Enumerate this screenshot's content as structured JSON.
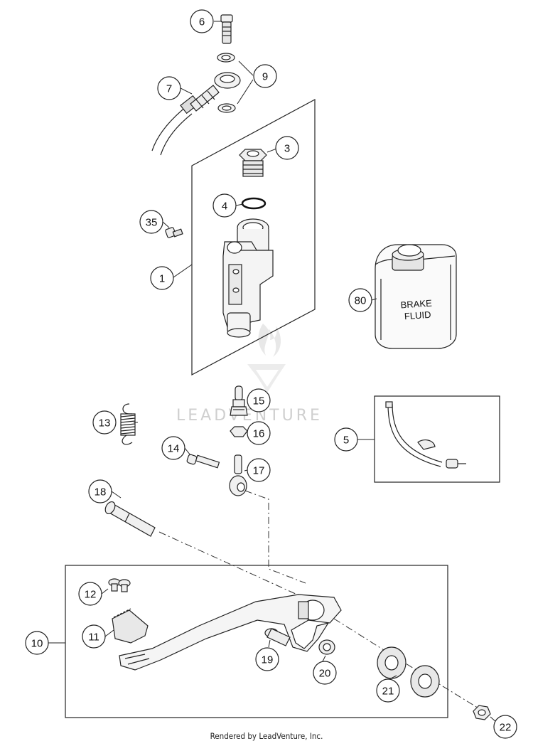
{
  "diagram": {
    "callouts": [
      "6",
      "9",
      "7",
      "3",
      "4",
      "35",
      "1",
      "80",
      "15",
      "13",
      "16",
      "5",
      "14",
      "17",
      "18",
      "12",
      "11",
      "10",
      "19",
      "20",
      "21",
      "22"
    ],
    "fluid_label": [
      "BRAKE",
      "FLUID"
    ],
    "watermark": "LEADVENTURE",
    "footer": "Rendered by LeadVenture, Inc."
  }
}
